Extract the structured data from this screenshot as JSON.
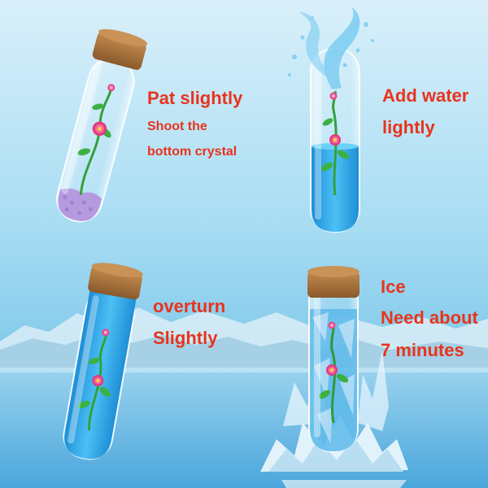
{
  "colors": {
    "caption": "#e8341c",
    "sky_top": "#cdeaf7",
    "sky_mid": "#8fd0ee",
    "water": "#2fa6e6",
    "cork": "#a8743c",
    "crystal": "#a98ad8",
    "flower": "#e0337a",
    "stem": "#3aa83a"
  },
  "steps": [
    {
      "lines": [
        "Pat slightly",
        "Shoot the",
        "bottom crystal"
      ]
    },
    {
      "lines": [
        "Add water",
        "lightly"
      ]
    },
    {
      "lines": [
        "overturn",
        "Slightly"
      ]
    },
    {
      "lines": [
        "Ice",
        "Need about",
        "7 minutes"
      ]
    }
  ],
  "icons": {
    "tube_1": "test-tube-crystals-icon",
    "tube_2": "test-tube-water-icon",
    "tube_3": "test-tube-overturned-icon",
    "tube_4": "test-tube-ice-icon",
    "splash": "water-splash-icon",
    "ice": "ice-chunks-icon"
  }
}
